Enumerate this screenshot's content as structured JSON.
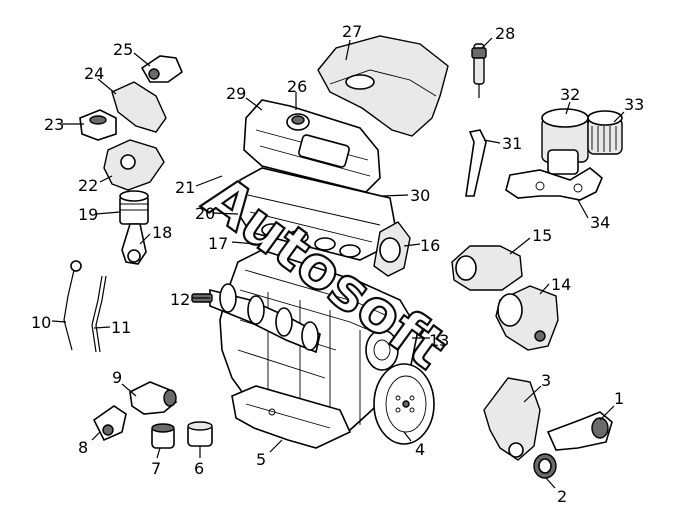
{
  "callouts": [
    "1",
    "2",
    "3",
    "4",
    "5",
    "6",
    "7",
    "8",
    "9",
    "10",
    "11",
    "12",
    "13",
    "14",
    "15",
    "16",
    "17",
    "18",
    "19",
    "20",
    "21",
    "22",
    "23",
    "24",
    "25",
    "26",
    "27",
    "28",
    "29",
    "30",
    "31",
    "32",
    "33",
    "34"
  ],
  "watermark": "Autosoft"
}
